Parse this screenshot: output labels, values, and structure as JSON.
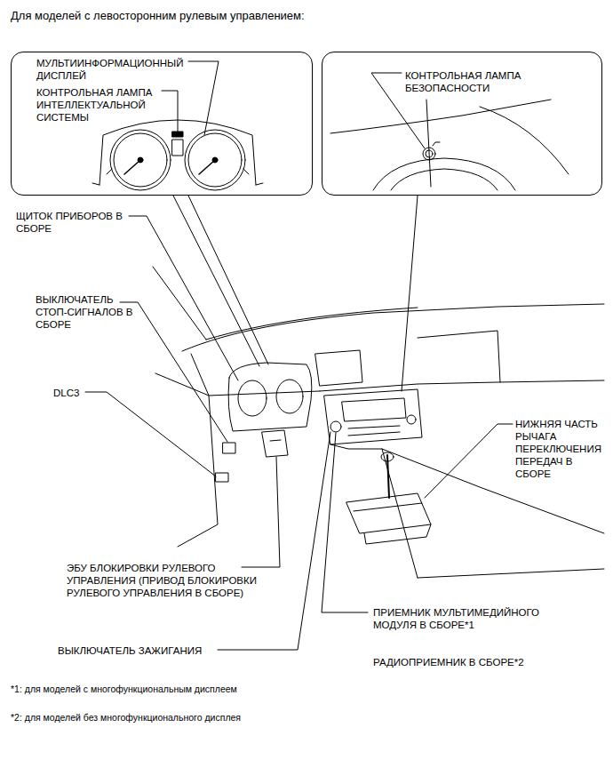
{
  "diagram": {
    "title": "Для моделей с левосторонним рулевым управлением:",
    "nodes": [
      {
        "text": [
          "МУЛЬТИИНФОРМАЦИОННЫЙ ДИСПЛЕЙ",
          "КОНТРОЛЬНАЯ ЛАМПА ИНТЕЛЛЕКТУАЛЬНОЙ СИСТЕМЫ"
        ]
      },
      {
        "text": [
          "КОНТРОЛЬНАЯ ЛАМПА БЕЗОПАСНОСТИ"
        ]
      }
    ],
    "labels": [
      "ЩИТОК ПРИБОРОВ В СБОРЕ",
      "ВЫКЛЮЧАТЕЛЬ СТОП-СИГНАЛОВ В СБОРЕ",
      "DLC3",
      "НИЖНЯЯ ЧАСТЬ РЫЧАГА ПЕРЕКЛЮЧЕНИЯ ПЕРЕДАЧ В СБОРЕ",
      "ЭБУ БЛОКИРОВКИ РУЛЕВОГО УПРАВЛЕНИЯ (ПРИВОД БЛОКИРОВКИ РУЛЕВОГО УПРАВЛЕНИЯ В СБОРЕ)",
      "ПРИЕМНИК МУЛЬТИМЕДИЙНОГО МОДУЛЯ В СБОРЕ*1",
      "ВЫКЛЮЧАТЕЛЬ ЗАЖИГАНИЯ",
      "РАДИОПРИЕМНИК В СБОРЕ*2",
      "*1: для моделей с многофункциональным дисплеем",
      "*2: для моделей без многофункционального дисплея"
    ]
  }
}
